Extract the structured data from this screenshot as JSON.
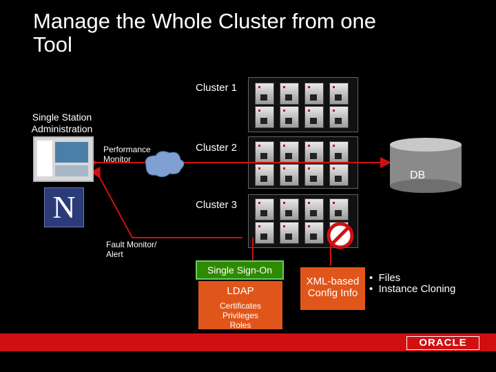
{
  "title": "Manage the Whole Cluster from one Tool",
  "clusters": [
    {
      "label": "Cluster 1"
    },
    {
      "label": "Cluster 2"
    },
    {
      "label": "Cluster 3"
    }
  ],
  "single_station": "Single Station Administration",
  "performance_monitor": "Performance Monitor",
  "fault_monitor": "Fault Monitor/ Alert",
  "db": "DB",
  "single_sign_on": "Single Sign-On",
  "ldap": {
    "title": "LDAP",
    "items": "Certificates Privileges Roles"
  },
  "xml_config": "XML-based Config Info",
  "bullets": [
    "Files",
    "Instance Cloning"
  ],
  "logo": "ORACLE",
  "colors": {
    "green": "#2e8b00",
    "orange": "#e0561a",
    "footer_red": "#d01010"
  }
}
